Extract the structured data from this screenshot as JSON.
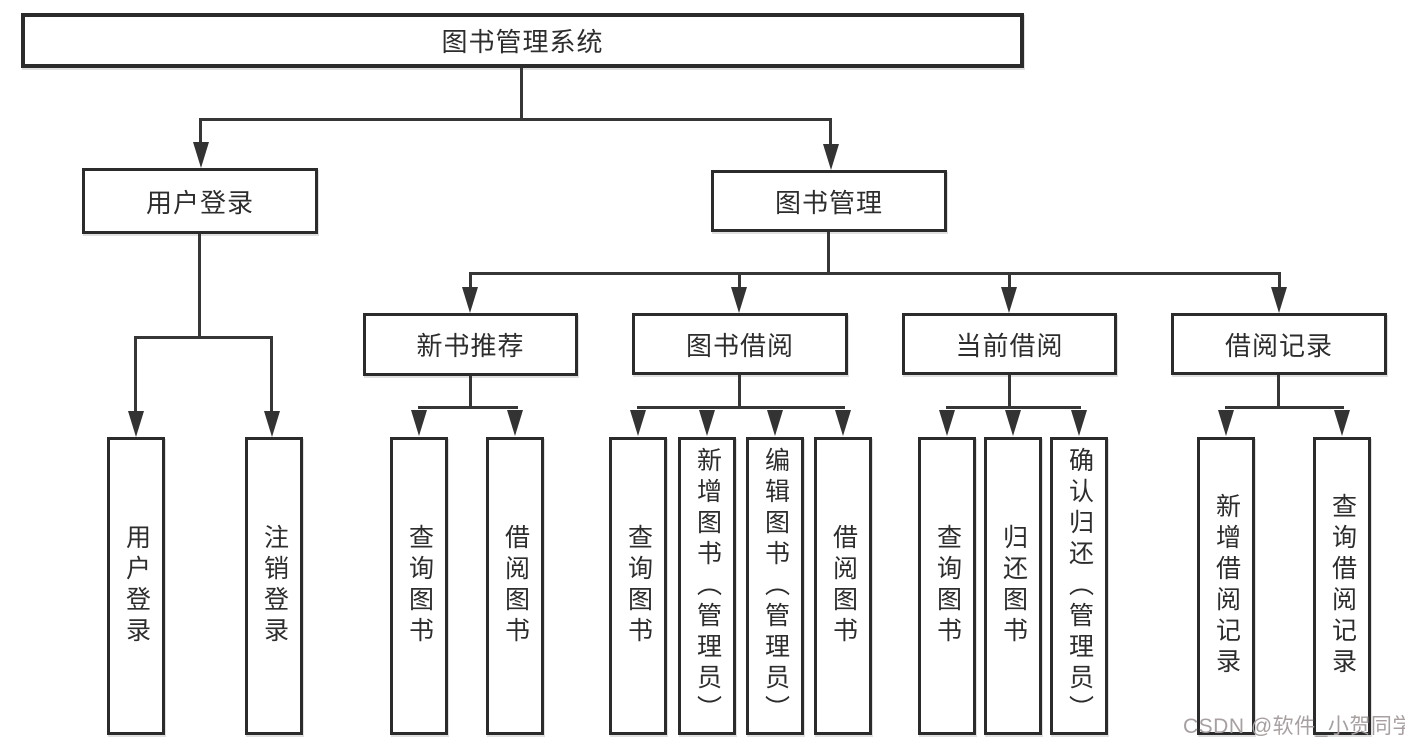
{
  "colors": {
    "line": "#363636",
    "box_border": "#2b2b2b",
    "text": "#2d2d2d",
    "watermark_text": "#a8a0a0"
  },
  "tree": {
    "root": "图书管理系统",
    "branches": [
      {
        "label": "用户登录",
        "children": [
          "用户登录",
          "注销登录"
        ]
      },
      {
        "label": "图书管理",
        "sections": [
          {
            "label": "新书推荐",
            "children": [
              "查询图书",
              "借阅图书"
            ]
          },
          {
            "label": "图书借阅",
            "children": [
              "查询图书",
              "新增图书（管理员）",
              "编辑图书（管理员）",
              "借阅图书"
            ]
          },
          {
            "label": "当前借阅",
            "children": [
              "查询图书",
              "归还图书",
              "确认归还（管理员）"
            ]
          },
          {
            "label": "借阅记录",
            "children": [
              "新增借阅记录",
              "查询借阅记录"
            ]
          }
        ]
      }
    ]
  },
  "watermark": "CSDN @软件_小贺同学"
}
